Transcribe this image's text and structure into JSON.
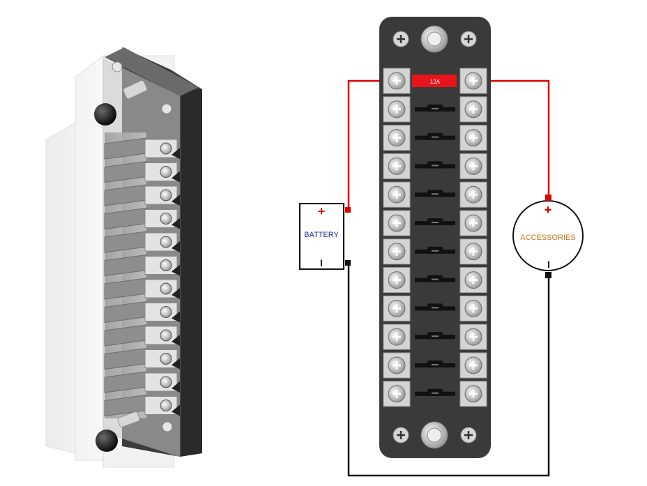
{
  "fuse_block": {
    "fuse_count": 12,
    "first_fuse_label": "12A",
    "first_fuse_color": "#e8141b",
    "fuse_color": "#111111",
    "body_color": "#3a3a3a",
    "terminal_color": "#d4d4d4"
  },
  "wiring": {
    "positive_color": "#e00000",
    "negative_color": "#111111"
  },
  "battery": {
    "label": "BATTERY",
    "label_color": "#1a2a8c",
    "positive_symbol": "+",
    "negative_symbol": "I"
  },
  "accessories": {
    "label": "ACCESSORIES",
    "label_color": "#c8781e",
    "positive_symbol": "+",
    "negative_symbol": "I"
  },
  "isometric_view": {
    "fuse_rows": 12
  }
}
